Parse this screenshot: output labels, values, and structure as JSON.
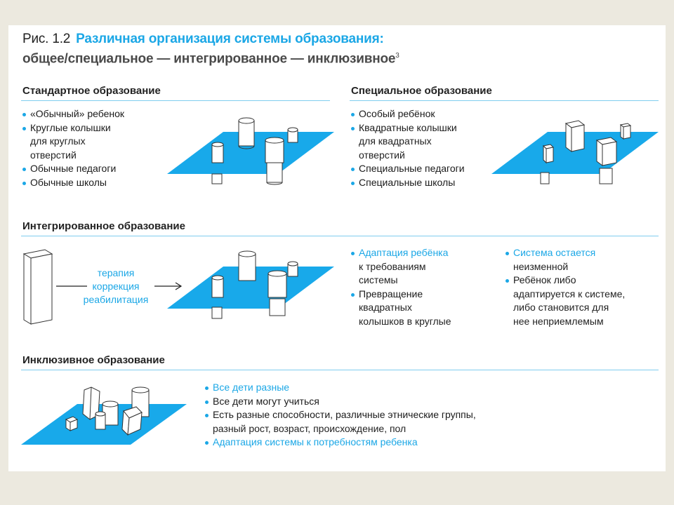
{
  "figure": {
    "number": "Рис. 1.2",
    "title_line1": "Различная организация системы образования:",
    "title_line2": "общее/специальное — интегрированное — инклюзивное",
    "footnote_mark": "3"
  },
  "sections": {
    "standard": {
      "title": "Стандартное образование",
      "items": [
        "«Обычный» ребенок",
        "Круглые колышки",
        "для круглых",
        "отверстий",
        "Обычные педагоги",
        "Обычные школы"
      ]
    },
    "special": {
      "title": "Специальное образование",
      "items": [
        "Особый ребёнок",
        "Квадратные колышки",
        "для квадратных",
        "отверстий",
        "Специальные педагоги",
        "Специальные школы"
      ]
    },
    "integrated": {
      "title": "Интегрированное образование",
      "therapy": [
        "терапия",
        "коррекция",
        "реабилитация"
      ],
      "col1": [
        "Адаптация ребёнка",
        "к требованиям",
        "системы",
        "Превращение",
        "квадратных",
        "колышков в круглые"
      ],
      "col2": [
        "Система остается",
        "неизменной",
        "Ребёнок либо",
        "адаптируется к системе,",
        "либо становится для",
        "нее неприемлемым"
      ]
    },
    "inclusive": {
      "title": "Инклюзивное образование",
      "items": [
        "Все дети разные",
        "Все дети могут учиться",
        "Есть разные способности, различные этнические группы,",
        "разный рост, возраст, происхождение, пол",
        "Адаптация системы к потребностям ребенка"
      ]
    }
  },
  "colors": {
    "accent": "#1ba7e6",
    "plane": "#18a9ea",
    "rule": "#7fcdee",
    "background": "#ece9df"
  }
}
